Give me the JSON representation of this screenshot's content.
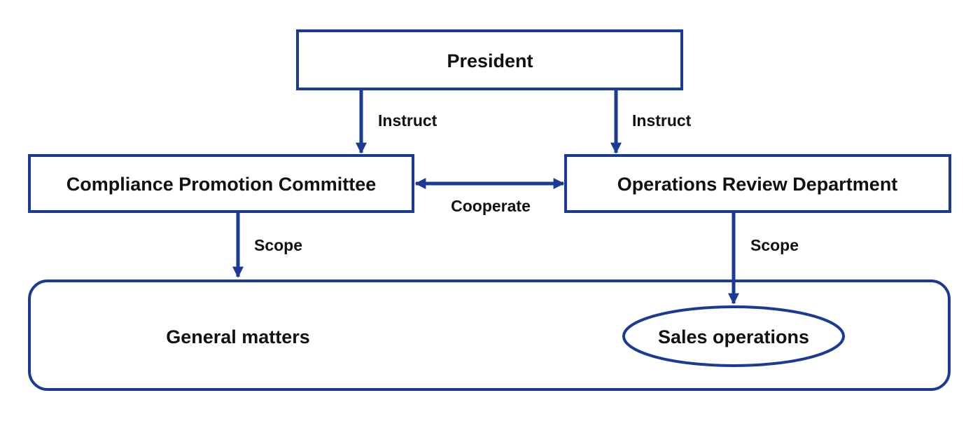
{
  "colors": {
    "line": "#1a3a96",
    "text": "#111111",
    "background": "#ffffff"
  },
  "nodes": {
    "president": "President",
    "compliance_committee": "Compliance Promotion Committee",
    "operations_review": "Operations Review Department",
    "general_matters": "General matters",
    "sales_operations": "Sales operations"
  },
  "edges": {
    "instruct_left": "Instruct",
    "instruct_right": "Instruct",
    "cooperate": "Cooperate",
    "scope_left": "Scope",
    "scope_right": "Scope"
  }
}
